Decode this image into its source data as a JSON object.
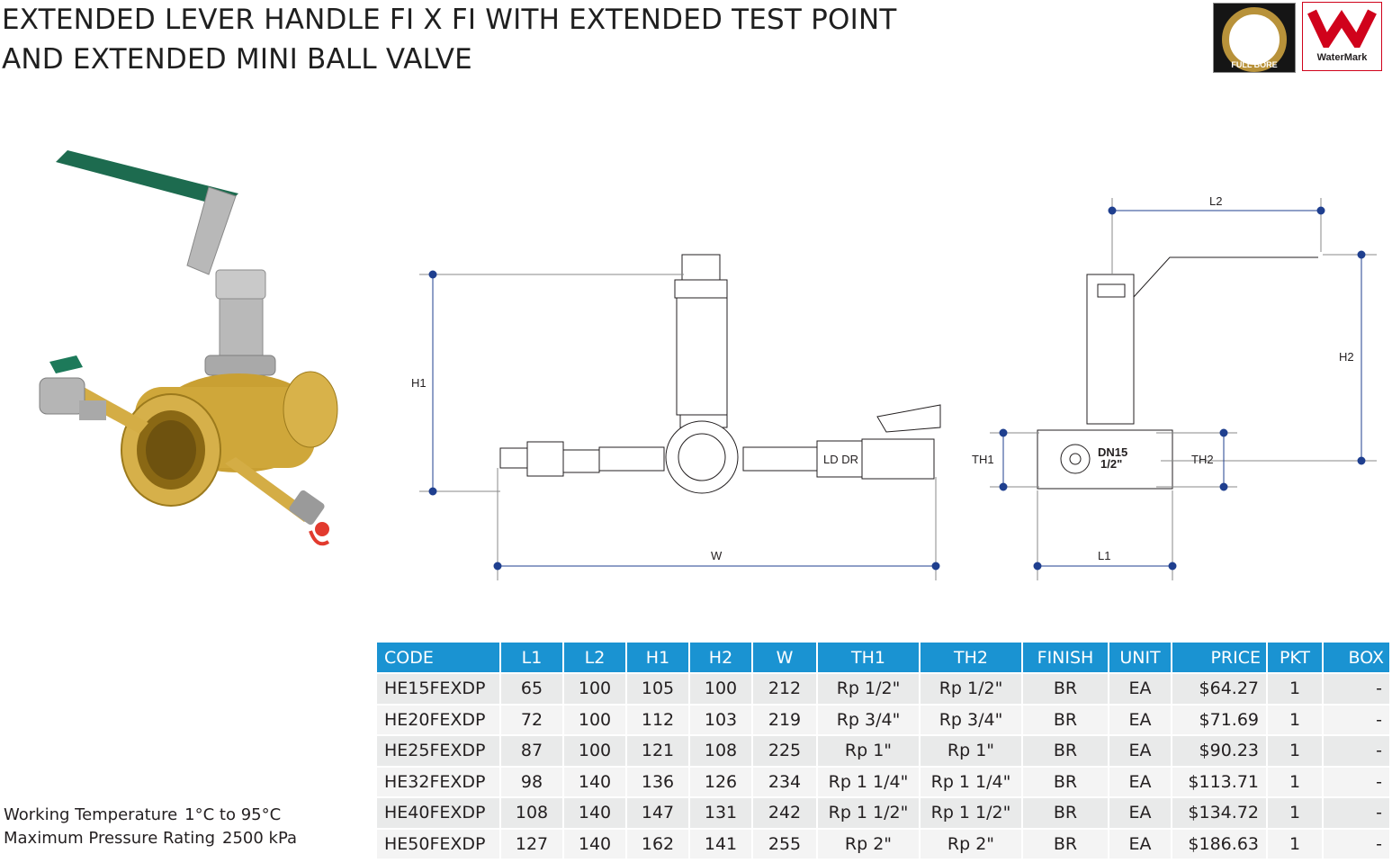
{
  "title": {
    "line1": "EXTENDED LEVER HANDLE FI X FI WITH EXTENDED TEST POINT",
    "line2": "AND EXTENDED MINI BALL VALVE"
  },
  "badges": {
    "full_bore": "FULL BORE",
    "watermark": "WaterMark"
  },
  "diagram_labels": {
    "l2": "L2",
    "h1": "H1",
    "h2": "H2",
    "w": "W",
    "th1": "TH1",
    "th2": "TH2",
    "l1": "L1",
    "valve_mark1": "LD DR",
    "valve_mark2": "DN15",
    "valve_mark3": "1/2\""
  },
  "table": {
    "headers": [
      "CODE",
      "L1",
      "L2",
      "H1",
      "H2",
      "W",
      "TH1",
      "TH2",
      "FINISH",
      "UNIT",
      "PRICE",
      "PKT",
      "BOX"
    ],
    "rows": [
      [
        "HE15FEXDP",
        "65",
        "100",
        "105",
        "100",
        "212",
        "Rp 1/2\"",
        "Rp 1/2\"",
        "BR",
        "EA",
        "$64.27",
        "1",
        "-"
      ],
      [
        "HE20FEXDP",
        "72",
        "100",
        "112",
        "103",
        "219",
        "Rp 3/4\"",
        "Rp 3/4\"",
        "BR",
        "EA",
        "$71.69",
        "1",
        "-"
      ],
      [
        "HE25FEXDP",
        "87",
        "100",
        "121",
        "108",
        "225",
        "Rp 1\"",
        "Rp 1\"",
        "BR",
        "EA",
        "$90.23",
        "1",
        "-"
      ],
      [
        "HE32FEXDP",
        "98",
        "140",
        "136",
        "126",
        "234",
        "Rp 1 1/4\"",
        "Rp 1 1/4\"",
        "BR",
        "EA",
        "$113.71",
        "1",
        "-"
      ],
      [
        "HE40FEXDP",
        "108",
        "140",
        "147",
        "131",
        "242",
        "Rp 1 1/2\"",
        "Rp 1 1/2\"",
        "BR",
        "EA",
        "$134.72",
        "1",
        "-"
      ],
      [
        "HE50FEXDP",
        "127",
        "140",
        "162",
        "141",
        "255",
        "Rp 2\"",
        "Rp 2\"",
        "BR",
        "EA",
        "$186.63",
        "1",
        "-"
      ]
    ]
  },
  "specs": {
    "temp_label": "Working Temperature",
    "temp_value": "1°C to 95°C",
    "pressure_label": "Maximum Pressure Rating",
    "pressure_value": "2500 kPa"
  },
  "colors": {
    "header_blue": "#1a93d2",
    "dimension_blue": "#1f3f8f",
    "brass": "#c9a033",
    "handle_green": "#1d6b4f",
    "watermark_red": "#d0021b"
  }
}
